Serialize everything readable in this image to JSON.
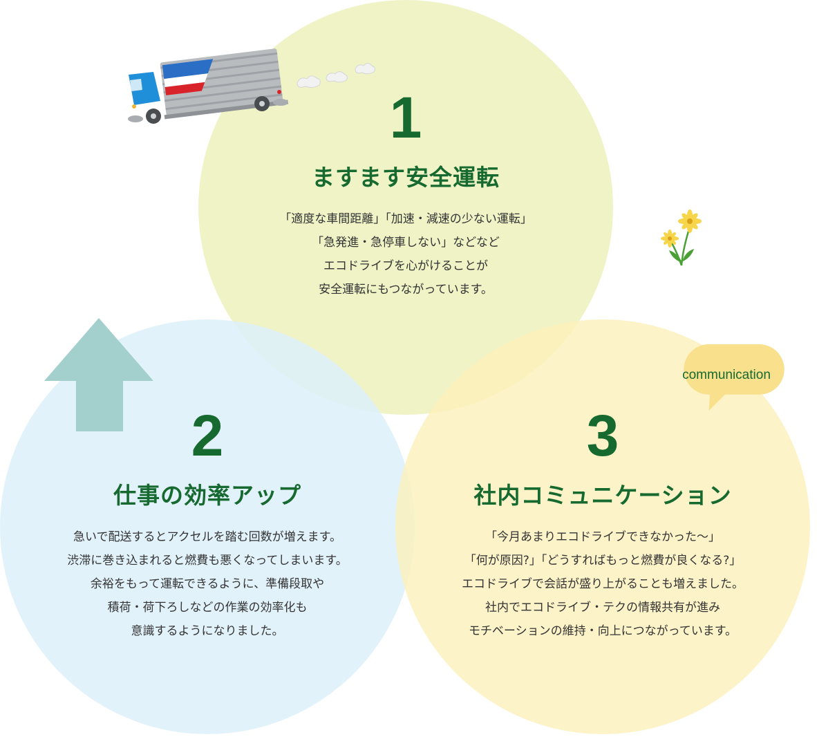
{
  "bubble": {
    "label": "communication"
  },
  "items": [
    {
      "number": "1",
      "heading": "ますます安全運転",
      "lines": [
        "「適度な車間距離」「加速・減速の少ない運転」",
        "「急発進・急停車しない」などなど",
        "エコドライブを心がけることが",
        "安全運転にもつながっています。"
      ]
    },
    {
      "number": "2",
      "heading": "仕事の効率アップ",
      "lines": [
        "急いで配送するとアクセルを踏む回数が増えます。",
        "渋滞に巻き込まれると燃費も悪くなってしまいます。",
        "余裕をもって運転できるように、準備段取や",
        "積荷・荷下ろしなどの作業の効率化も",
        "意識するようになりました。"
      ]
    },
    {
      "number": "3",
      "heading": "社内コミュニケーション",
      "lines": [
        "「今月あまりエコドライブできなかった〜」",
        "「何が原因?」「どうすればもっと燃費が良くなる?」",
        "エコドライブで会話が盛り上がることも増えました。",
        "社内でエコドライブ・テクの情報共有が進み",
        "モチベーションの維持・向上につながっています。"
      ]
    }
  ],
  "colors": {
    "heading_green": "#16692f",
    "circle_1": "#ecf0ba",
    "circle_2": "#def0fa",
    "circle_3": "#fdf0ba",
    "bubble": "#f8e08c",
    "arrow": "#a3cfcc"
  },
  "icons": [
    "truck-icon",
    "up-arrow-icon",
    "flower-icon",
    "speech-bubble-icon"
  ]
}
